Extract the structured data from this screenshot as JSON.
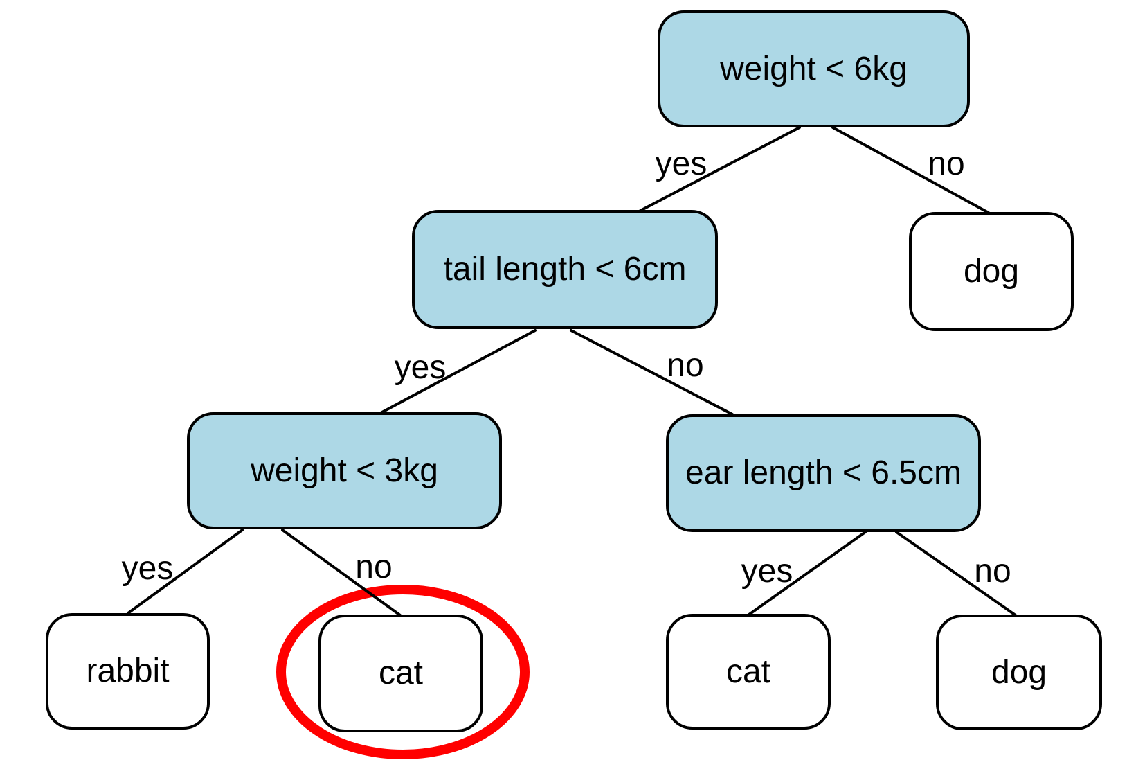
{
  "diagram": {
    "type": "decision-tree",
    "colors": {
      "decision_fill": "#add8e6",
      "leaf_fill": "#ffffff",
      "line_color": "#000000",
      "highlight": "#ff0000"
    },
    "nodes": [
      {
        "id": "weight6",
        "label": "weight < 6kg",
        "kind": "decision"
      },
      {
        "id": "tail6",
        "label": "tail length < 6cm",
        "kind": "decision"
      },
      {
        "id": "dog-top",
        "label": "dog",
        "kind": "leaf"
      },
      {
        "id": "weight3",
        "label": "weight < 3kg",
        "kind": "decision"
      },
      {
        "id": "ear65",
        "label": "ear length < 6.5cm",
        "kind": "decision"
      },
      {
        "id": "rabbit",
        "label": "rabbit",
        "kind": "leaf"
      },
      {
        "id": "cat-left",
        "label": "cat",
        "kind": "leaf",
        "highlighted": true
      },
      {
        "id": "cat-right",
        "label": "cat",
        "kind": "leaf"
      },
      {
        "id": "dog-bottom",
        "label": "dog",
        "kind": "leaf"
      }
    ],
    "edges": [
      {
        "from": "weight6",
        "to": "tail6",
        "label": "yes"
      },
      {
        "from": "weight6",
        "to": "dog-top",
        "label": "no"
      },
      {
        "from": "tail6",
        "to": "weight3",
        "label": "yes"
      },
      {
        "from": "tail6",
        "to": "ear65",
        "label": "no"
      },
      {
        "from": "weight3",
        "to": "rabbit",
        "label": "yes"
      },
      {
        "from": "weight3",
        "to": "cat-left",
        "label": "no"
      },
      {
        "from": "ear65",
        "to": "cat-right",
        "label": "yes"
      },
      {
        "from": "ear65",
        "to": "dog-bottom",
        "label": "no"
      }
    ],
    "annotation": {
      "shape": "ellipse",
      "around": "cat-left",
      "color": "#ff0000"
    }
  }
}
